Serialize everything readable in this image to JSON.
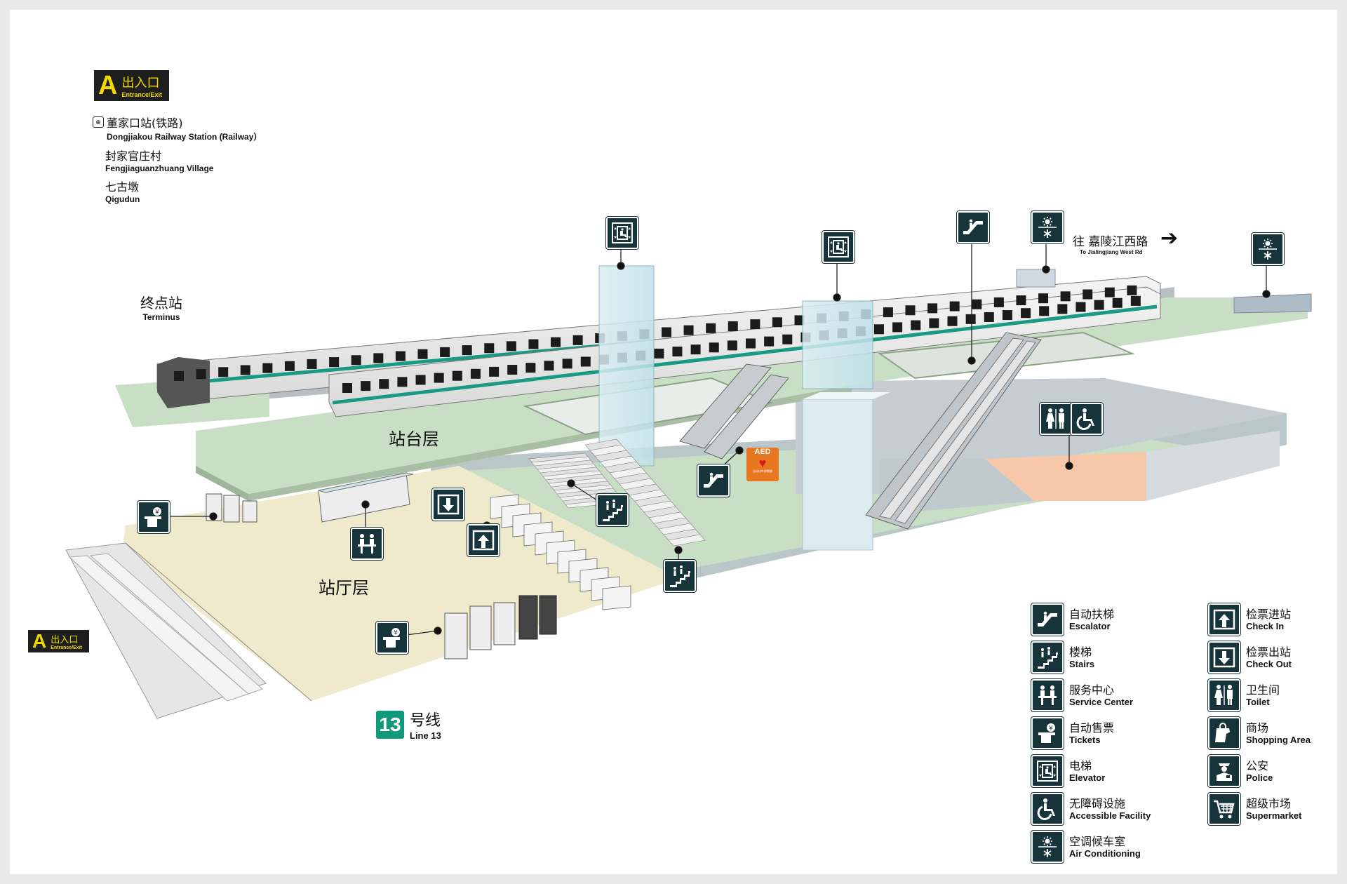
{
  "entrance_top": {
    "letter": "A",
    "zh": "出入口",
    "en": "Entrance/Exit"
  },
  "entrance_left": {
    "letter": "A",
    "zh": "出入口",
    "en": "Entrance/Exit"
  },
  "destinations": [
    {
      "zh": "董家口站(铁路)",
      "en": "Dongjiakou Railway Station (Railway）"
    },
    {
      "zh": "封家官庄村",
      "en": "Fengjiaguanzhuang Village"
    },
    {
      "zh": "七古墩",
      "en": "Qigudun"
    }
  ],
  "terminus": {
    "zh": "终点站",
    "en": "Terminus"
  },
  "direction": {
    "zh": "往 嘉陵江西路",
    "en": "To Jialingjiang West Rd"
  },
  "platform_label": "站台层",
  "concourse_label": "站厅层",
  "aed": {
    "title": "AED",
    "sub": "自动体外除颤器"
  },
  "line": {
    "number": "13",
    "zh": "号线",
    "en": "Line 13"
  },
  "legend": [
    {
      "icon": "escalator-icon",
      "zh": "自动扶梯",
      "en": "Escalator"
    },
    {
      "icon": "stairs-icon",
      "zh": "楼梯",
      "en": "Stairs"
    },
    {
      "icon": "service-center-icon",
      "zh": "服务中心",
      "en": "Service Center"
    },
    {
      "icon": "tickets-icon",
      "zh": "自动售票",
      "en": "Tickets"
    },
    {
      "icon": "elevator-icon",
      "zh": "电梯",
      "en": "Elevator"
    },
    {
      "icon": "accessible-icon",
      "zh": "无障碍设施",
      "en": "Accessible Facility"
    },
    {
      "icon": "air-conditioning-icon",
      "zh": "空调候车室",
      "en": "Air Conditioning"
    },
    {
      "icon": "check-in-icon",
      "zh": "检票进站",
      "en": "Check In"
    },
    {
      "icon": "check-out-icon",
      "zh": "检票出站",
      "en": "Check Out"
    },
    {
      "icon": "toilet-icon",
      "zh": "卫生间",
      "en": "Toilet"
    },
    {
      "icon": "shopping-icon",
      "zh": "商场",
      "en": "Shopping Area"
    },
    {
      "icon": "police-icon",
      "zh": "公安",
      "en": "Police"
    },
    {
      "icon": "supermarket-icon",
      "zh": "超级市场",
      "en": "Supermarket"
    }
  ],
  "colors": {
    "icon_bg": "#17343a",
    "platform": "#c9dfc5",
    "concourse": "#efeacb",
    "track_floor": "#c5cdd2",
    "train_stripe": "#1a9a85",
    "line_badge": "#109a7a",
    "shop": "#f6c8a9",
    "aed": "#e87722",
    "entrance_badge": "#1e1e1e",
    "entrance_text": "#f2d900"
  }
}
